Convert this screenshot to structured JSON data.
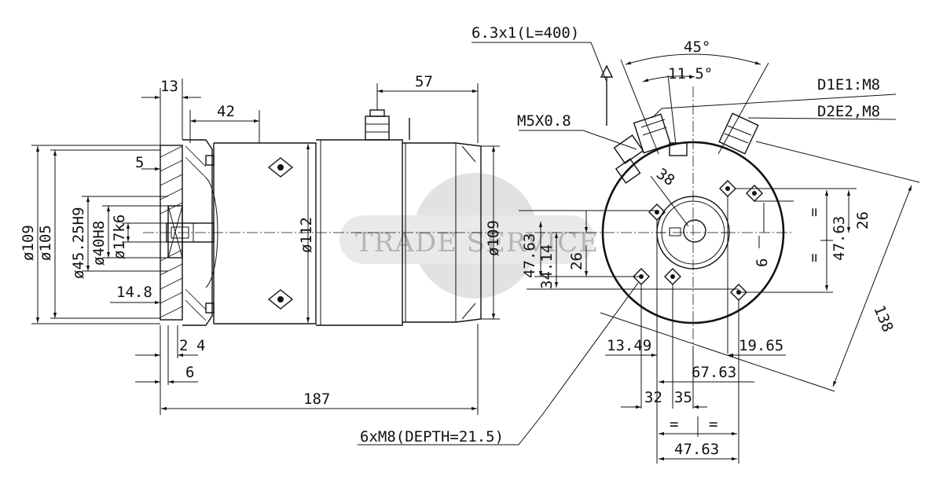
{
  "watermark": {
    "text": "TRADE SERVICE"
  },
  "side_view": {
    "dims": {
      "flange_thickness": "13",
      "pilot_offset": "42",
      "terminal_offset": "57",
      "flange_step": "5",
      "diameter_outer": "ø109",
      "diameter_flange": "ø105",
      "diameter_pilot": "ø45.25H9",
      "diameter_bearing": "ø40H8",
      "diameter_shaft": "ø17k6",
      "body_diameter": "ø112",
      "rear_diameter": "ø109",
      "shaft_step": "14.8",
      "offset_2": "2",
      "offset_4": "4",
      "offset_6": "6",
      "total_length": "187",
      "tap_callout": "6xM8(DEPTH=21.5)"
    }
  },
  "end_view": {
    "cable_callout": "6.3x1(L=400)",
    "angle_total": "45°",
    "angle_inner": "11.5°",
    "terminal_d1e1": "D1E1:M8",
    "terminal_d2e2": "D2E2,M8",
    "screw_callout": "M5X0.8",
    "radius_38": "38",
    "dims": {
      "v_47_63": "47.63",
      "v_34_14": "34.14",
      "v_26_left": "26",
      "v_6": "6",
      "r_eq_1": "=",
      "r_eq_2": "=",
      "r_47_63": "47.63",
      "r_26": "26",
      "diag_138": "138",
      "h_13_49": "13.49",
      "h_19_65": "19.65",
      "h_67_63": "67.63",
      "h_32": "32",
      "h_35": "35",
      "b_eq_1": "=",
      "b_eq_2": "=",
      "b_47_63": "47.63"
    }
  }
}
